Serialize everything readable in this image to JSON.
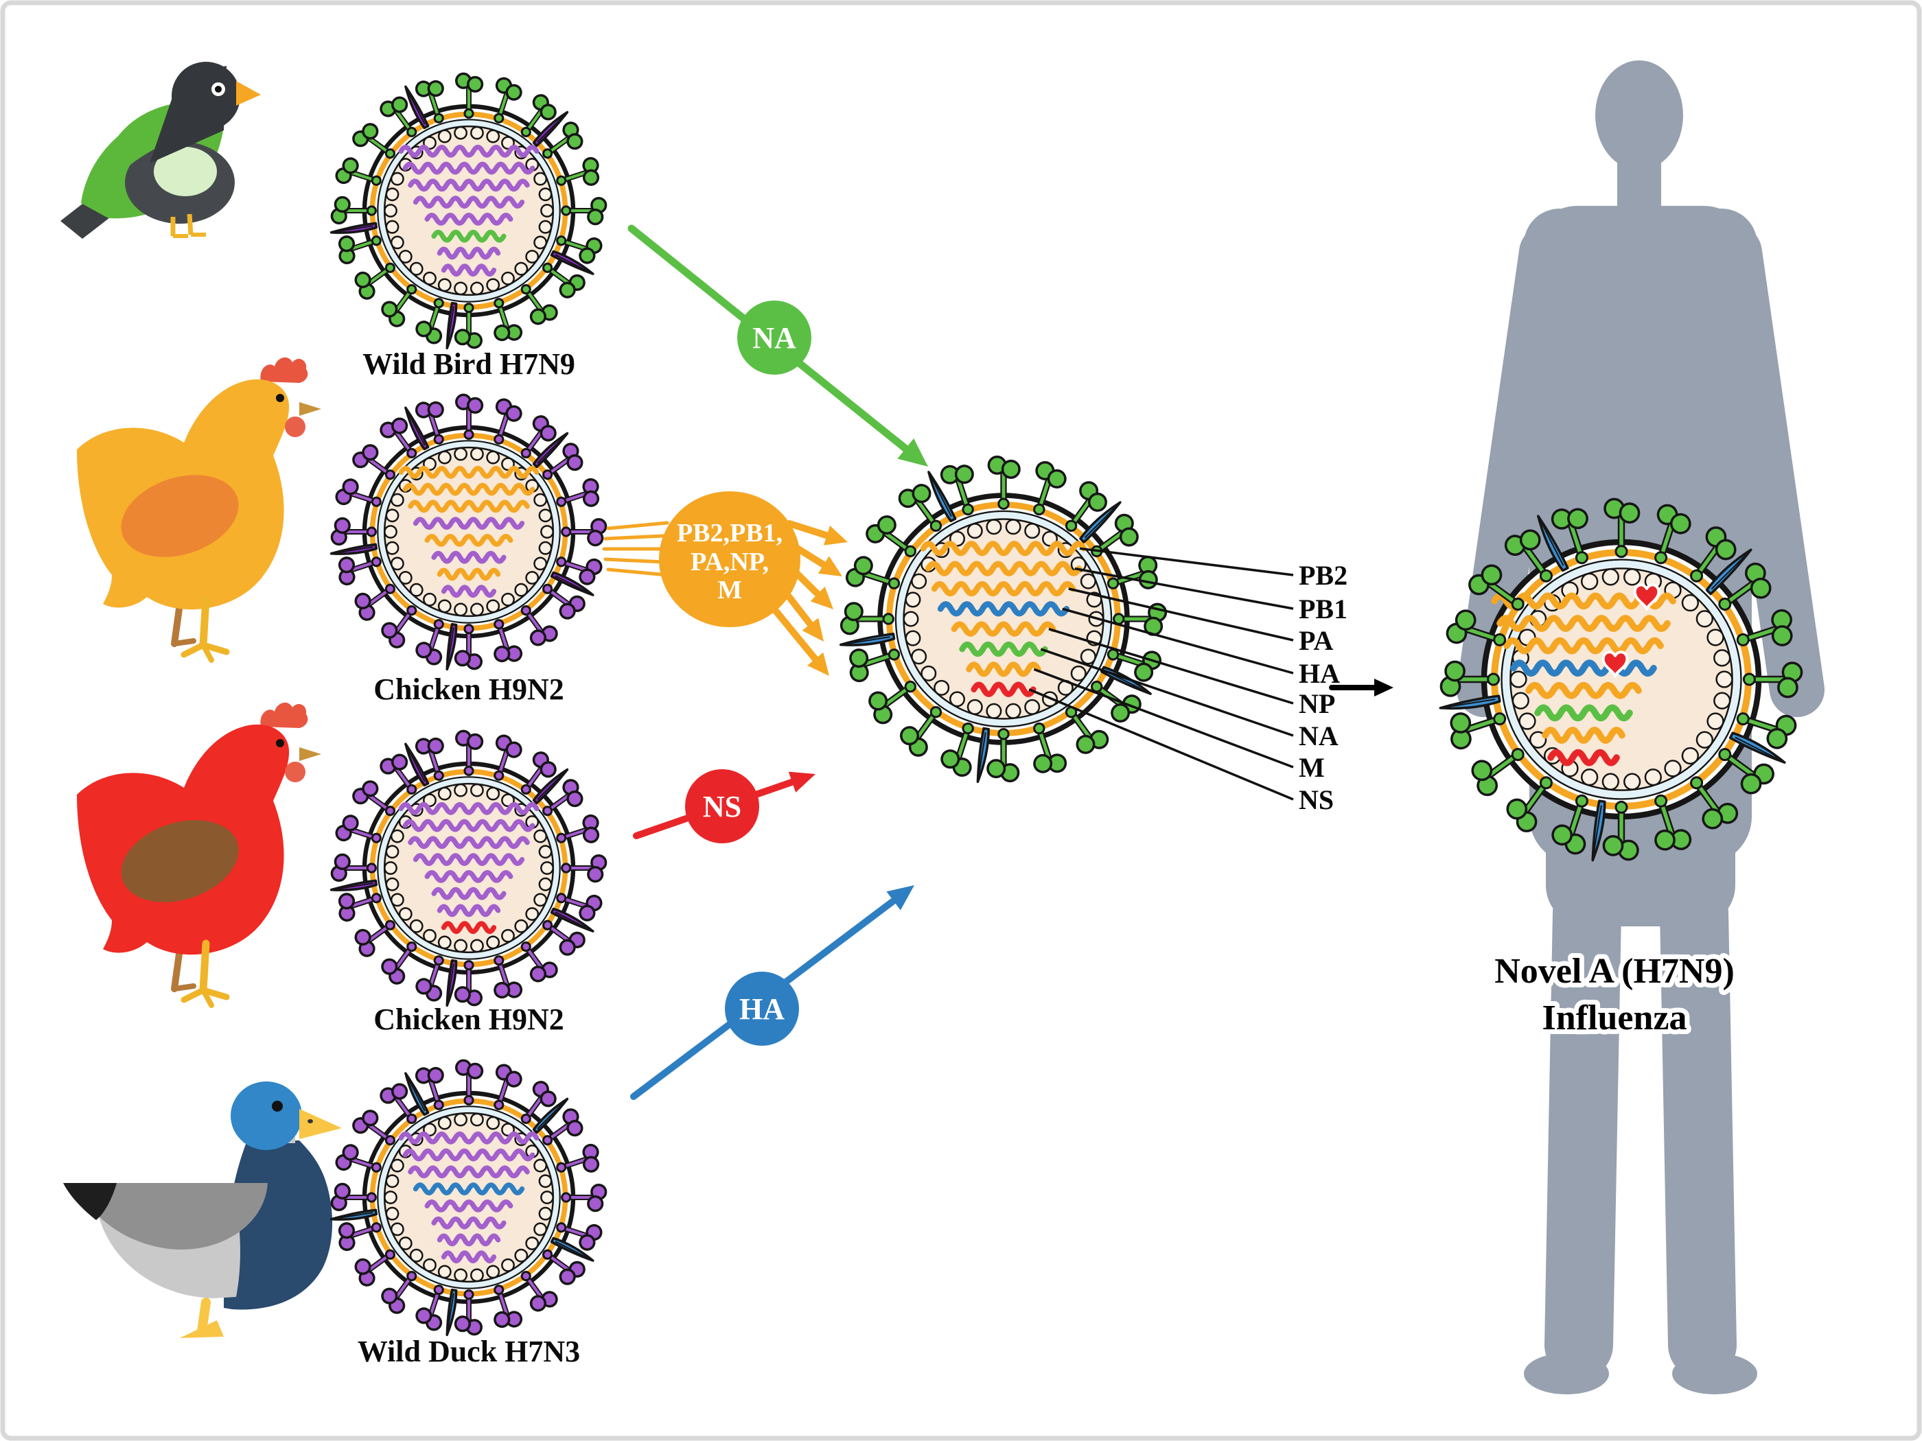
{
  "palette": {
    "outline": "#161616",
    "membrane_orange": "#f5a623",
    "pale_ring": "#e2f2f8",
    "virus_interior": "#f8e8d7",
    "capsid_bead": "#faf0e3",
    "human_silhouette": "#97a1af",
    "frame": "#d8d8d8"
  },
  "seg_colors": {
    "purple": "#a35fcc",
    "orange": "#f5a623",
    "green": "#5bbf45",
    "blue": "#2e7fc1",
    "red": "#e8262a"
  },
  "sources": [
    {
      "label": "Wild Bird H7N9",
      "animal": "wild-bird",
      "spike_color": "#5bbf45",
      "fin_color": "#8f2fd0",
      "segments": [
        "purple",
        "purple",
        "purple",
        "purple",
        "purple",
        "green",
        "purple",
        "purple"
      ]
    },
    {
      "label": "Chicken H9N2",
      "animal": "chicken",
      "body_color": "#f6b02c",
      "wing_color": "#ed8633",
      "spike_color": "#a55ad0",
      "fin_color": "#8f2fd0",
      "segments": [
        "orange",
        "orange",
        "orange",
        "purple",
        "orange",
        "purple",
        "orange",
        "purple"
      ]
    },
    {
      "label": "Chicken H9N2",
      "animal": "chicken",
      "body_color": "#ee2b24",
      "wing_color": "#8a5a2e",
      "spike_color": "#a55ad0",
      "fin_color": "#8f2fd0",
      "segments": [
        "purple",
        "purple",
        "purple",
        "purple",
        "purple",
        "purple",
        "purple",
        "red"
      ]
    },
    {
      "label": "Wild Duck H7N3",
      "animal": "duck",
      "spike_color": "#a55ad0",
      "fin_color": "#3b8fd4",
      "segments": [
        "purple",
        "purple",
        "purple",
        "blue",
        "purple",
        "purple",
        "purple",
        "purple"
      ]
    }
  ],
  "gene_transfers": {
    "na": {
      "label": "NA",
      "color": "#5bbf45"
    },
    "polymerase": {
      "lines": [
        "PB2,PB1,",
        "PA,NP,",
        "M"
      ],
      "color": "#f5a623"
    },
    "ns": {
      "label": "NS",
      "color": "#e8262a"
    },
    "ha": {
      "label": "HA",
      "color": "#2e7fc1"
    }
  },
  "central_virus": {
    "spike_color": "#5bbf45",
    "fin_color": "#3b8fd4",
    "segments": [
      "orange",
      "orange",
      "orange",
      "blue",
      "orange",
      "green",
      "orange",
      "red"
    ],
    "segment_labels": [
      "PB2",
      "PB1",
      "PA",
      "HA",
      "NP",
      "NA",
      "M",
      "NS"
    ]
  },
  "result": {
    "title_line1": "Novel A (H7N9)",
    "title_line2": "Influenza",
    "virus": {
      "spike_color": "#5bbf45",
      "fin_color": "#3b8fd4",
      "segments": [
        "orange",
        "orange",
        "orange",
        "blue",
        "orange",
        "green",
        "orange",
        "red"
      ],
      "heart_color": "#e8262a",
      "mutation_hearts": [
        {
          "segment": "PB2",
          "row": 0
        },
        {
          "segment": "HA",
          "row": 3
        }
      ]
    }
  }
}
